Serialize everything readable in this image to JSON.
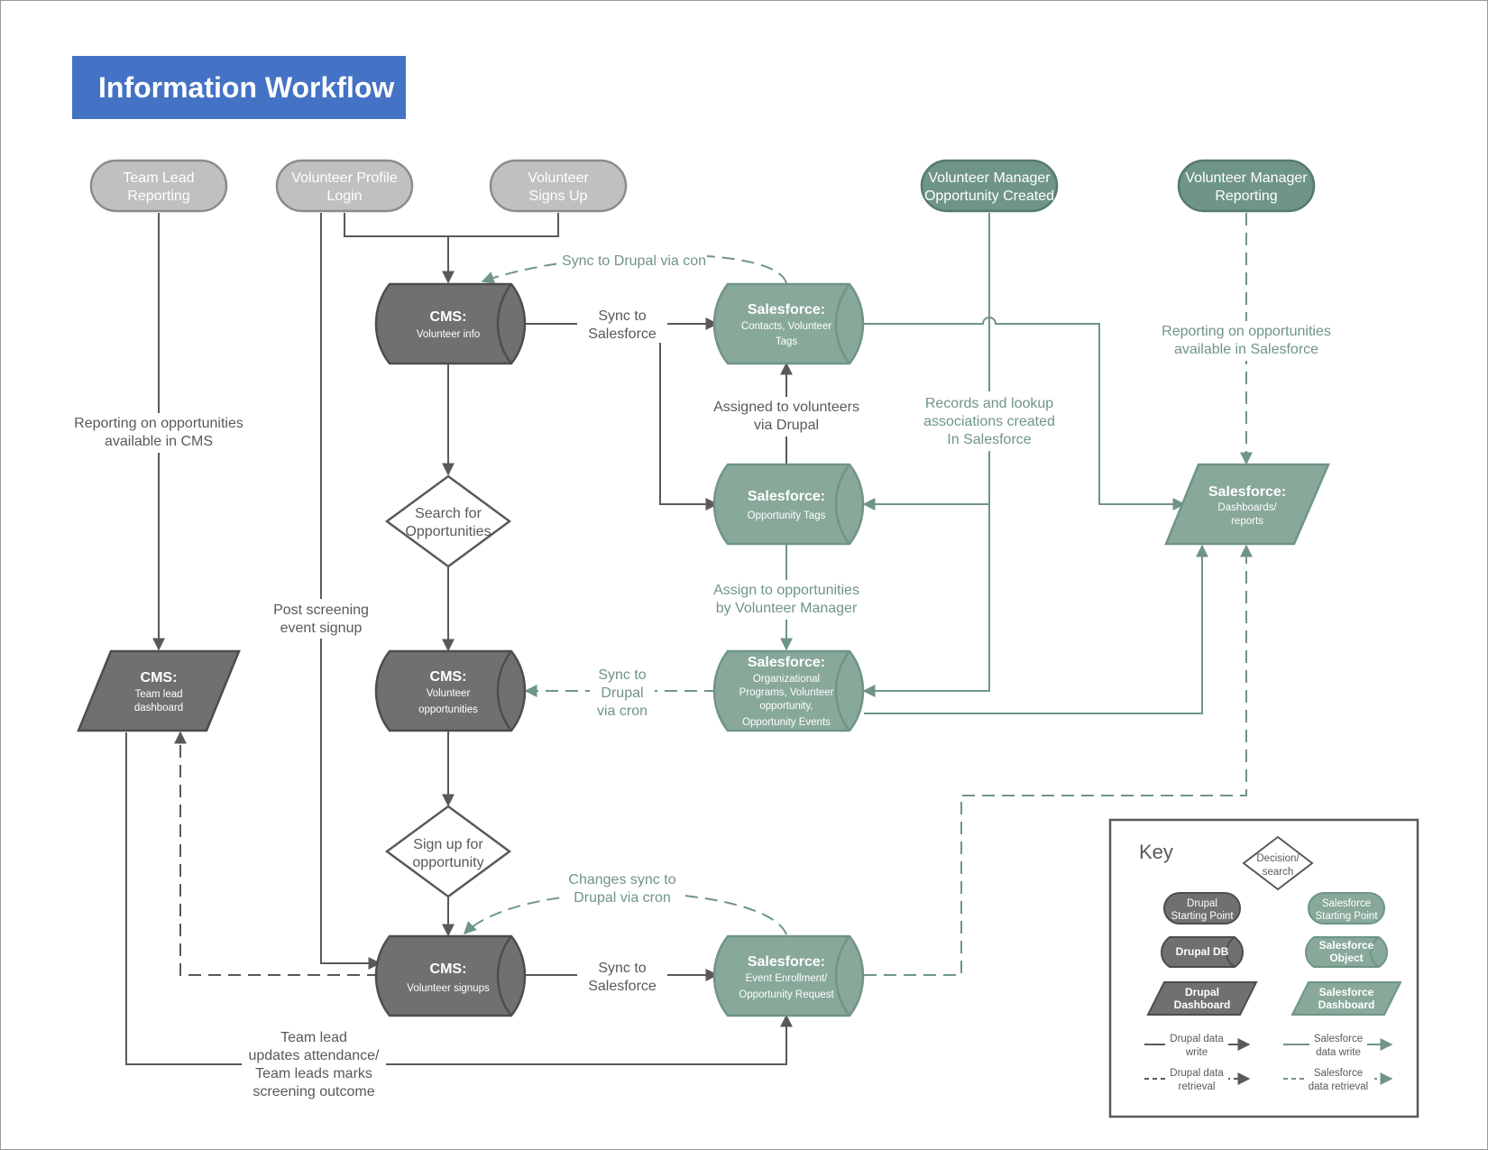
{
  "title": "Information Workflow",
  "colors": {
    "title_bg": "#4472c4",
    "drupal": "#707070",
    "salesforce": "#88a89a",
    "start_gray": "#c0c0c0",
    "start_green": "#6f9488"
  },
  "starts": {
    "team_lead": [
      "Team Lead",
      "Reporting"
    ],
    "vol_profile": [
      "Volunteer Profile",
      "Login"
    ],
    "vol_signs": [
      "Volunteer",
      "Signs Up"
    ],
    "vm_opp": [
      "Volunteer Manager",
      "Opportunity Created"
    ],
    "vm_rep": [
      "Volunteer Manager",
      "Reporting"
    ]
  },
  "nodes": {
    "cms_info": {
      "title": "CMS:",
      "sub": [
        "Volunteer info"
      ]
    },
    "cms_opps": {
      "title": "CMS:",
      "sub": [
        "Volunteer",
        "opportunities"
      ]
    },
    "cms_signups": {
      "title": "CMS:",
      "sub": [
        "Volunteer signups"
      ]
    },
    "sf_contacts": {
      "title": "Salesforce:",
      "sub": [
        "Contacts, Volunteer",
        "Tags"
      ]
    },
    "sf_opptags": {
      "title": "Salesforce:",
      "sub": [
        "Opportunity Tags"
      ]
    },
    "sf_org": {
      "title": "Salesforce:",
      "sub": [
        "Organizational",
        "Programs, Volunteer",
        "opportunity,",
        "Opportunity Events"
      ]
    },
    "sf_event": {
      "title": "Salesforce:",
      "sub": [
        "Event Enrollment/",
        "Opportunity Request"
      ]
    },
    "cms_dash": {
      "title": "CMS:",
      "sub": [
        "Team lead",
        "dashboard"
      ]
    },
    "sf_dash": {
      "title": "Salesforce:",
      "sub": [
        "Dashboards/",
        "reports"
      ]
    }
  },
  "decisions": {
    "search": [
      "Search for",
      "Opportunities"
    ],
    "signup": [
      "Sign up for",
      "opportunity"
    ]
  },
  "labels": {
    "sync_drupal_con": [
      "Sync to Drupal via con"
    ],
    "sync_sf_1": [
      "Sync to",
      "Salesforce"
    ],
    "assigned": [
      "Assigned to volunteers",
      "via Drupal"
    ],
    "records": [
      "Records and lookup",
      "associations created",
      "In Salesforce"
    ],
    "reporting_sf": [
      "Reporting on opportunities",
      "available in Salesforce"
    ],
    "reporting_cms": [
      "Reporting on opportunities",
      "available in CMS"
    ],
    "post_screening": [
      "Post screening",
      "event signup"
    ],
    "assign_opps": [
      "Assign to opportunities",
      "by Volunteer Manager"
    ],
    "sync_drupal_cron": [
      "Sync to",
      "Drupal",
      "via cron"
    ],
    "changes_sync": [
      "Changes sync to",
      "Drupal via cron"
    ],
    "sync_sf_2": [
      "Sync to",
      "Salesforce"
    ],
    "team_lead_updates": [
      "Team lead",
      "updates attendance/",
      "Team leads marks",
      "screening outcome"
    ]
  },
  "key": {
    "title": "Key",
    "decision": [
      "Decision/",
      "search"
    ],
    "drupal_start": [
      "Drupal",
      "Starting Point"
    ],
    "sf_start": [
      "Salesforce",
      "Starting Point"
    ],
    "drupal_db": [
      "Drupal DB"
    ],
    "sf_object": [
      "Salesforce",
      "Object"
    ],
    "drupal_dash": [
      "Drupal",
      "Dashboard"
    ],
    "sf_dash": [
      "Salesforce",
      "Dashboard"
    ],
    "drupal_write": [
      "Drupal data",
      "write"
    ],
    "sf_write": [
      "Salesforce",
      "data write"
    ],
    "drupal_retrieval": [
      "Drupal data",
      "retrieval"
    ],
    "sf_retrieval": [
      "Salesforce",
      "data retrieval"
    ]
  }
}
